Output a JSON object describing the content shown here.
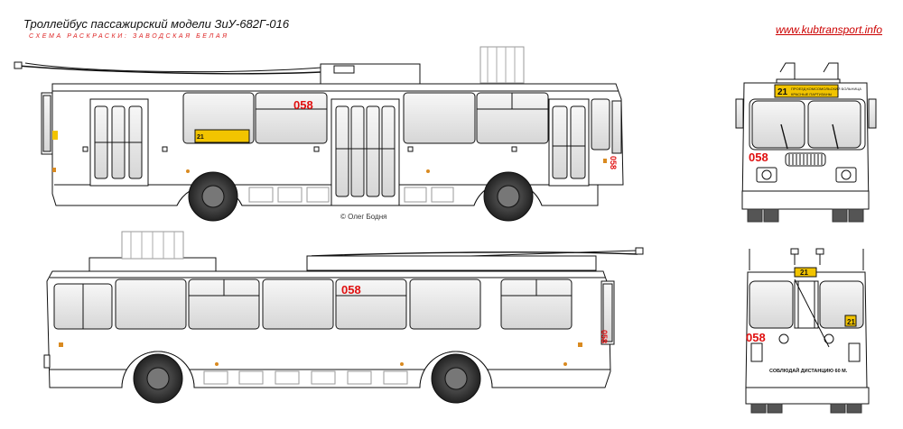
{
  "header": {
    "title": "Троллейбус пассажирский модели ЗиУ-682Г-016",
    "subtitle": "СХЕМА РАСКРАСКИ: ЗАВОДСКАЯ БЕЛАЯ",
    "website": "www.kubtransport.info"
  },
  "vehicle": {
    "fleet_number": "058",
    "route_number": "21",
    "route_text": "ПРОЕЗД КОМСОМОЛЬСКИЙ БОЛЬНИЦА",
    "route_text_2": "КРАСНЫЕ ПАРТИЗАНЫ",
    "rear_notice": "СОБЛЮДАЙ ДИСТАНЦИЮ 60 М."
  },
  "credit": "© Олег Бодня",
  "colors": {
    "body": "#ffffff",
    "outline": "#111111",
    "fleet_number": "#e01010",
    "route_board": "#f2c400",
    "glass": "#e6e6e6",
    "site_link": "#cc0000"
  }
}
